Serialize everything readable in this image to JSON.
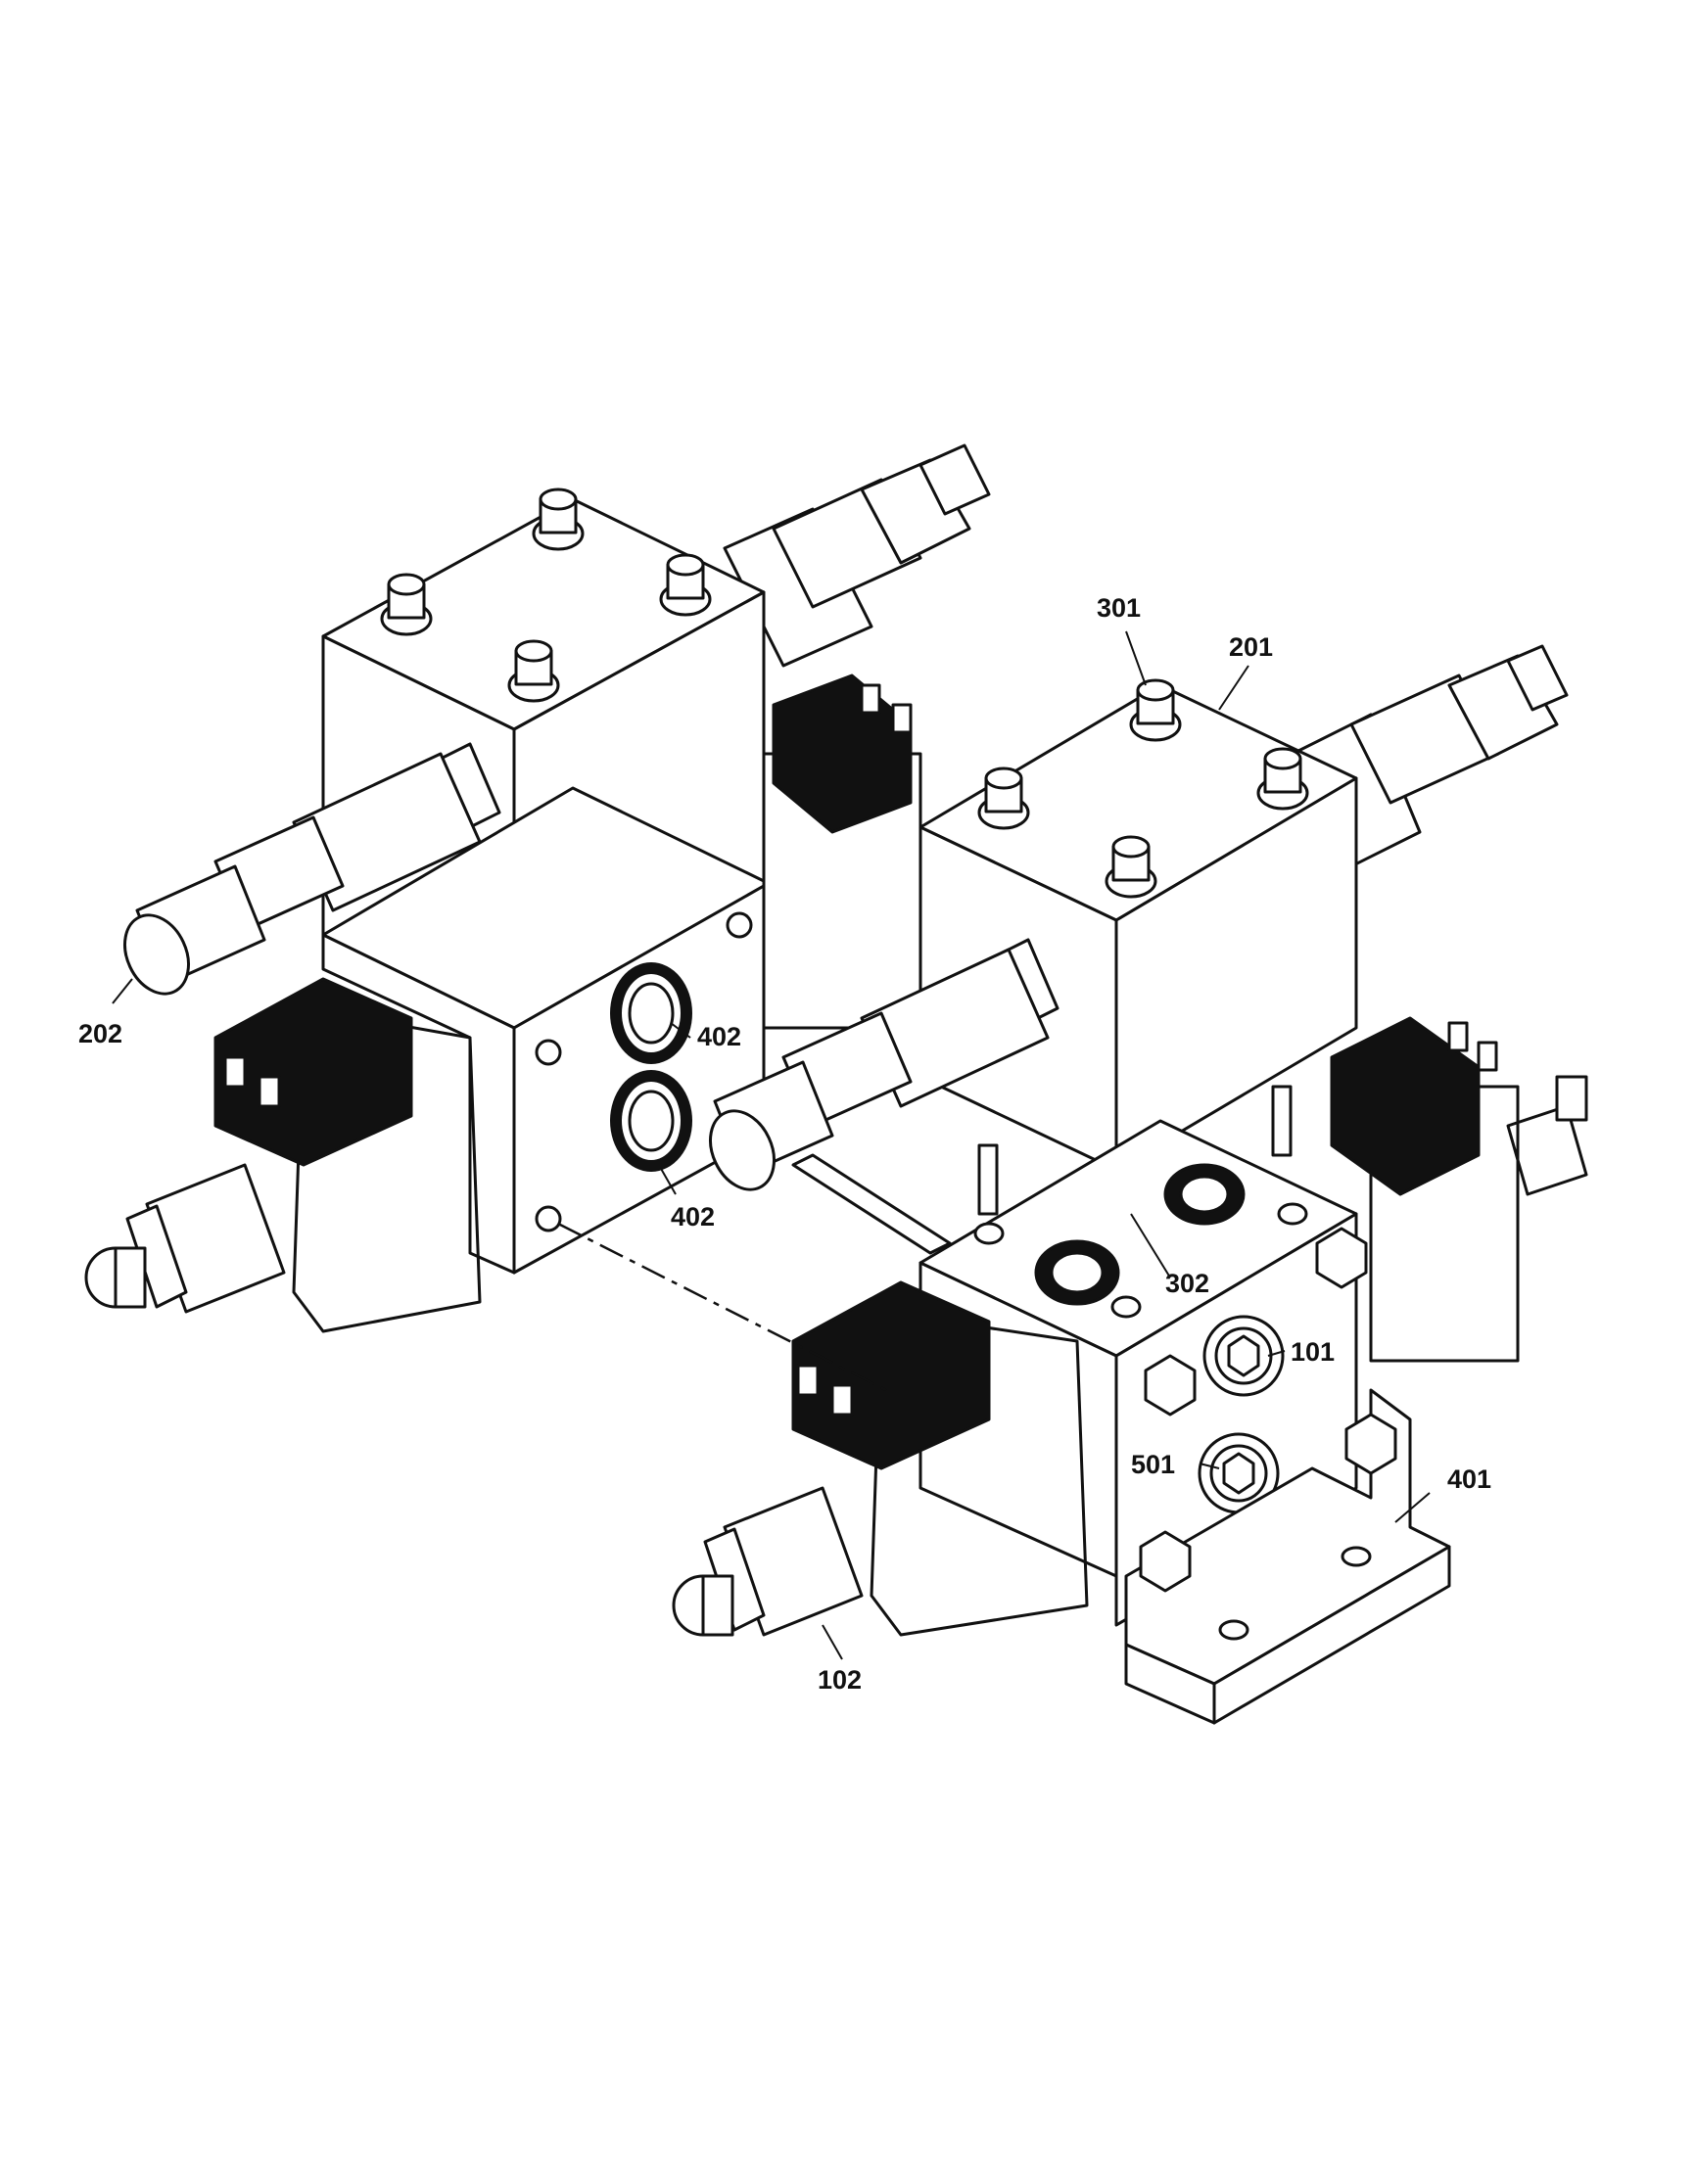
{
  "callouts": [
    {
      "id": "301",
      "label": "301"
    },
    {
      "id": "201",
      "label": "201"
    },
    {
      "id": "202",
      "label": "202"
    },
    {
      "id": "402a",
      "label": "402"
    },
    {
      "id": "402b",
      "label": "402"
    },
    {
      "id": "302",
      "label": "302"
    },
    {
      "id": "101",
      "label": "101"
    },
    {
      "id": "501",
      "label": "501"
    },
    {
      "id": "401",
      "label": "401"
    },
    {
      "id": "102",
      "label": "102"
    }
  ],
  "colors": {
    "ink": "#111111",
    "paper": "#ffffff"
  }
}
